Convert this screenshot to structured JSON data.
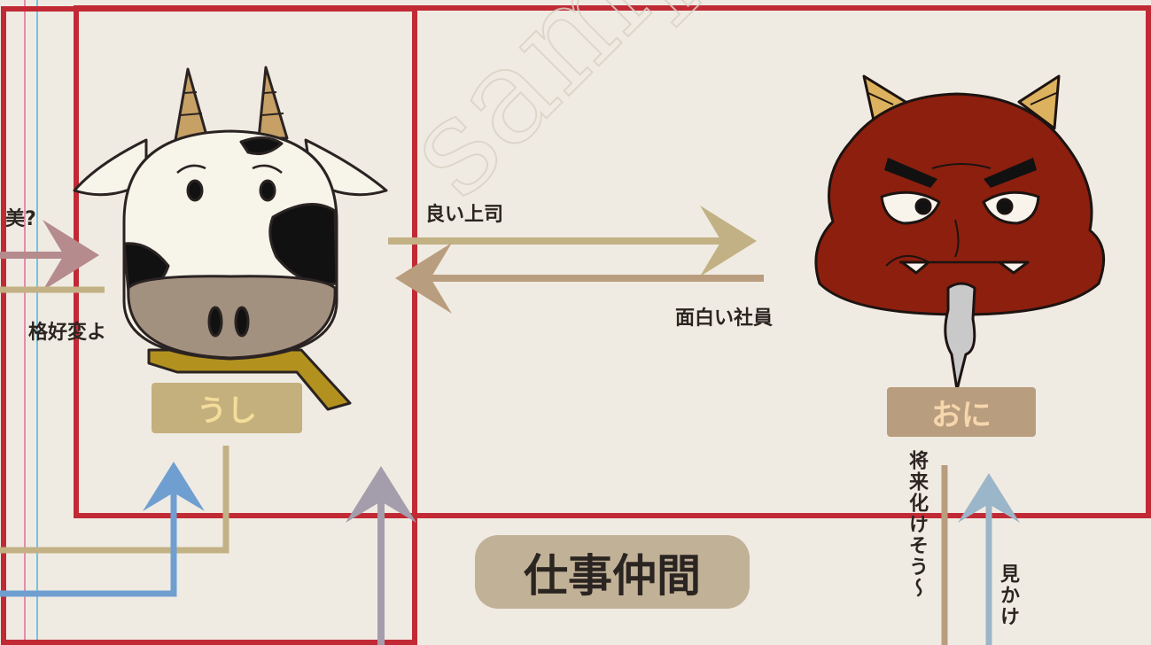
{
  "colors": {
    "background": "#f0ebe2",
    "frame_red": "#c12a35",
    "arrow_gold": "#c2b184",
    "arrow_tan": "#b99d7f",
    "arrow_blue": "#6f9fd1",
    "arrow_gray_purple": "#a49eac",
    "arrow_pink": "#b58b8d",
    "arrow_light_blue": "#9cb6c9",
    "ushi_tag_bg": "#c4b07d",
    "ushi_tag_text": "#f4dc9a",
    "oni_tag_bg": "#b99d7f",
    "oni_tag_text": "#f6d6ad",
    "group_bg": "#c1b197"
  },
  "characters": {
    "ushi": {
      "name": "うし",
      "icon": "cow-face-icon"
    },
    "oni": {
      "name": "おに",
      "icon": "red-ogre-face-icon"
    }
  },
  "relations": {
    "ushi_to_oni": "良い上司",
    "oni_to_ushi": "面白い社員",
    "oni_future": "将来化けそう〜",
    "oni_looks": "見かけ",
    "left_partial_top": "美?",
    "left_partial_bottom": "格好変よ"
  },
  "group": {
    "label": "仕事仲間"
  },
  "watermark": {
    "text": "sample"
  }
}
